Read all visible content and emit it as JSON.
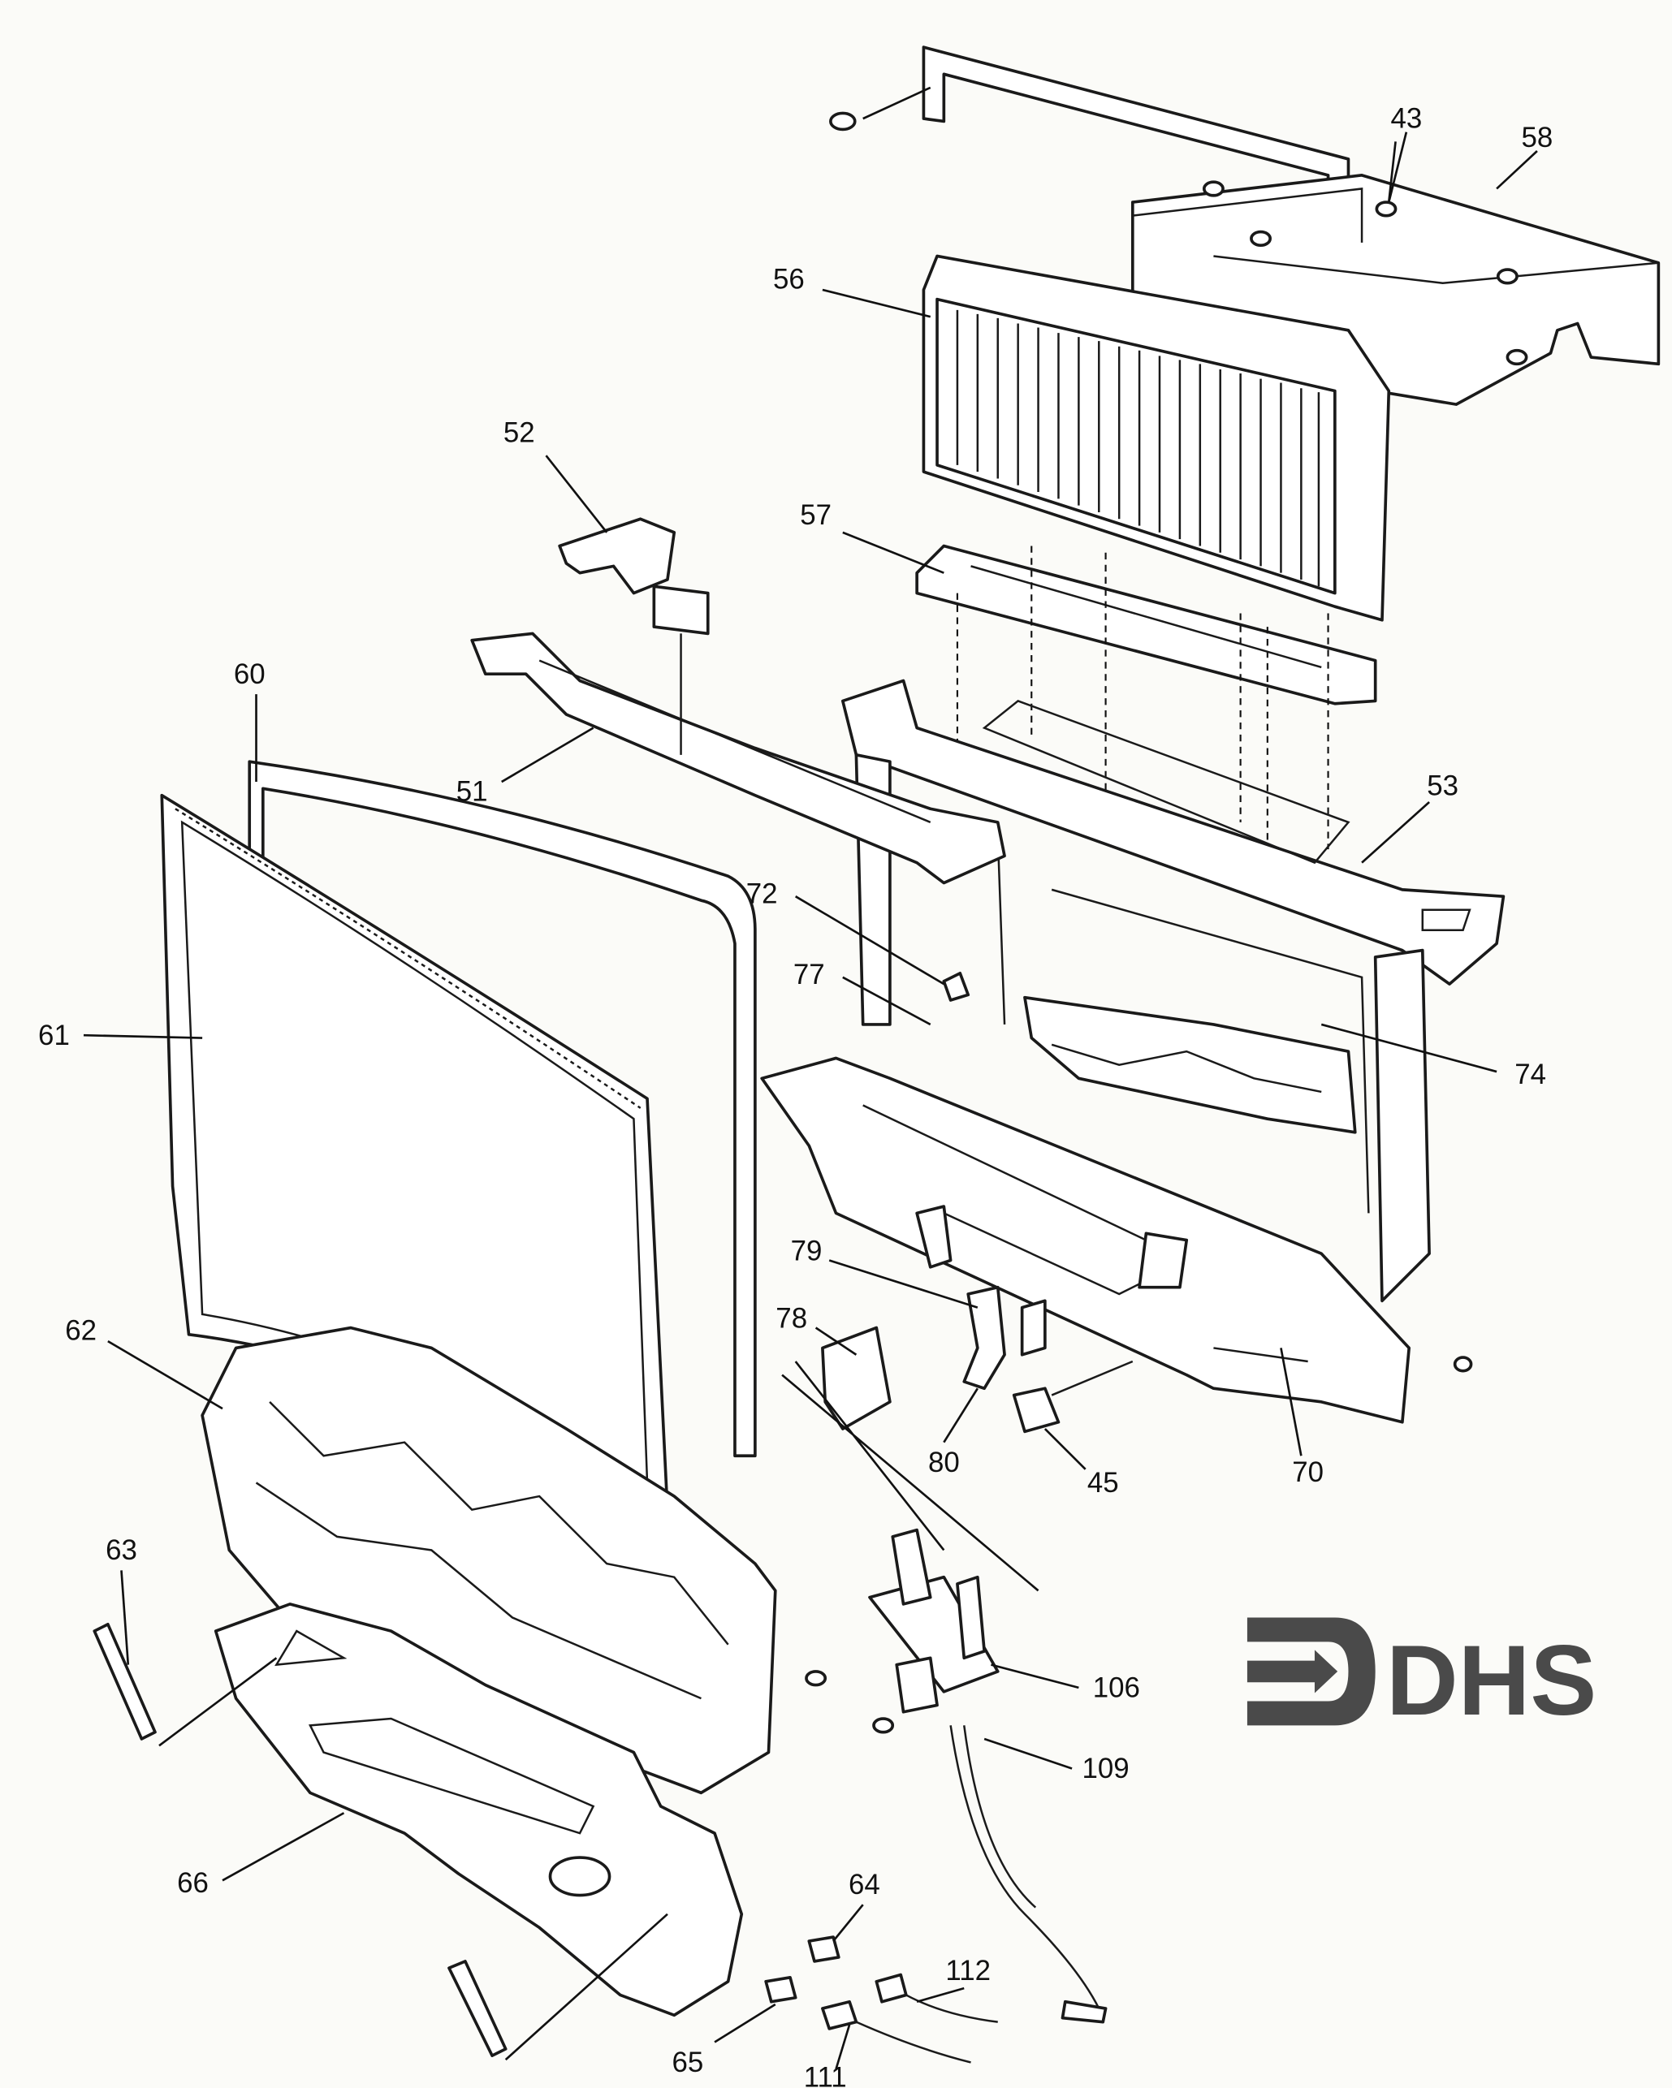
{
  "diagram": {
    "type": "exploded-parts-diagram",
    "logo": "DHS",
    "part_labels": [
      "43",
      "58",
      "56",
      "52",
      "57",
      "60",
      "51",
      "53",
      "72",
      "77",
      "61",
      "74",
      "79",
      "62",
      "78",
      "80",
      "45",
      "70",
      "63",
      "106",
      "109",
      "66",
      "64",
      "112",
      "65",
      "111"
    ]
  }
}
